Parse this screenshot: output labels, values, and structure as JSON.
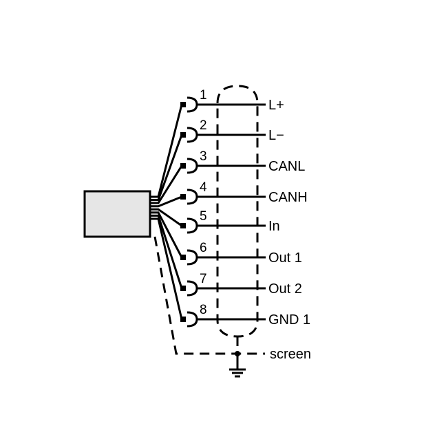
{
  "connector": {
    "pins": [
      {
        "number": "1",
        "label": "L+"
      },
      {
        "number": "2",
        "label": "L−"
      },
      {
        "number": "3",
        "label": "CANL"
      },
      {
        "number": "4",
        "label": "CANH"
      },
      {
        "number": "5",
        "label": "In"
      },
      {
        "number": "6",
        "label": "Out 1"
      },
      {
        "number": "7",
        "label": "Out 2"
      },
      {
        "number": "8",
        "label": "GND 1"
      }
    ],
    "screen_label": "screen"
  }
}
